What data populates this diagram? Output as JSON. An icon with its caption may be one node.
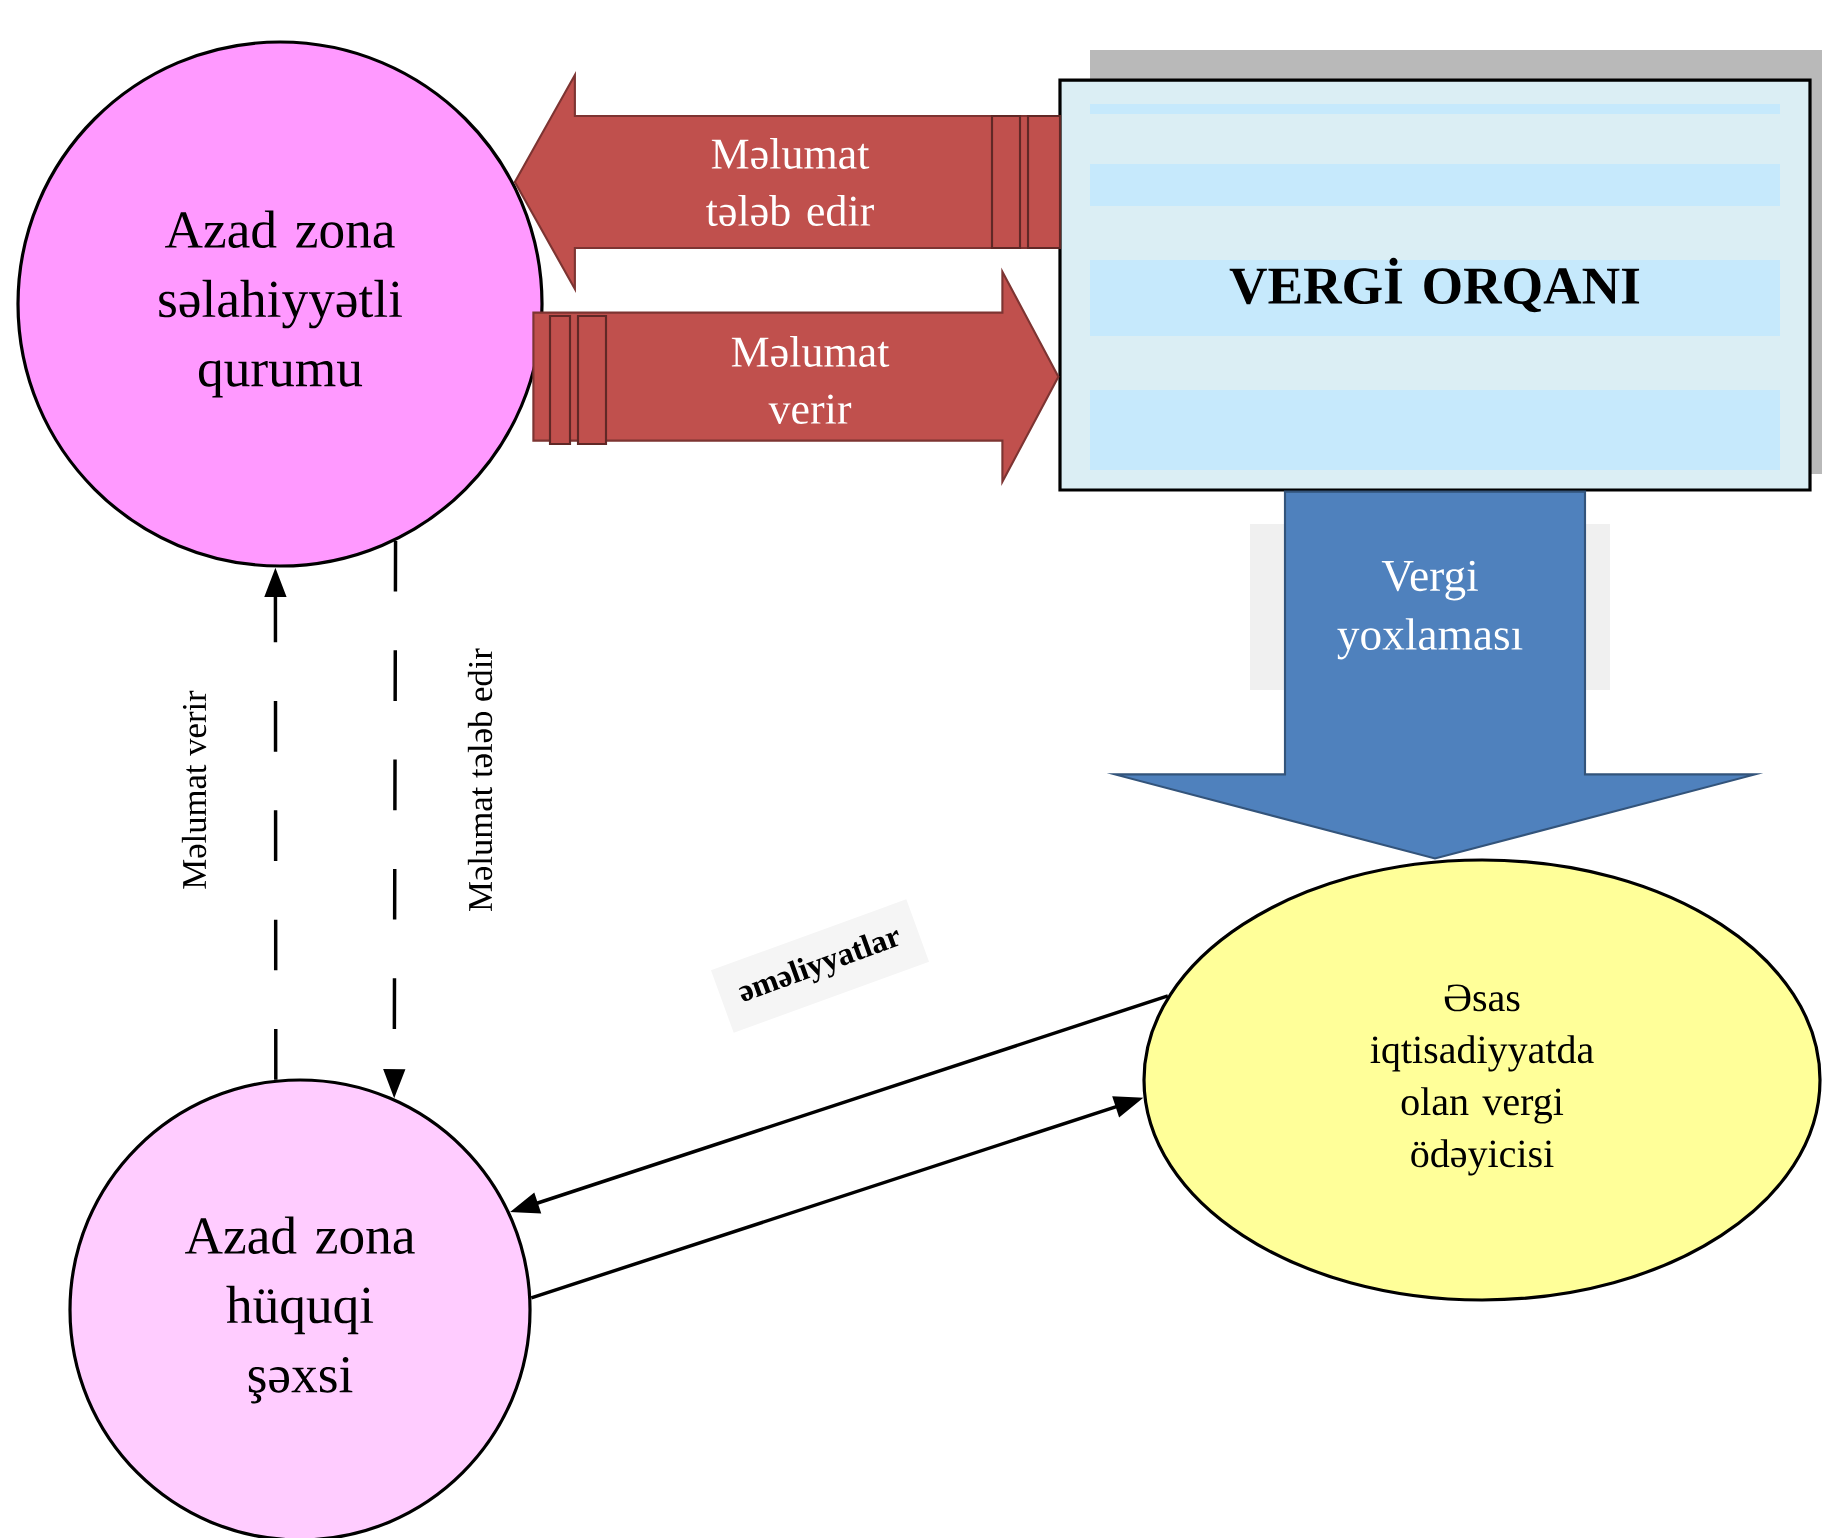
{
  "diagram": {
    "nodes": [
      {
        "text": [
          "Azad zona səlahiyyətli qurumu"
        ]
      },
      {
        "text": [
          "VERGİ ORQANI"
        ]
      },
      {
        "text": [
          "Əsas iqtisadiyyatda olan vergi ödəyicisi"
        ]
      },
      {
        "text": [
          "Azad zona hüquqi şəxsi"
        ]
      }
    ],
    "edges": [
      {
        "from": 1,
        "to": 0,
        "arrow": "to",
        "label": "Məlumat tələb edir",
        "style": "thick",
        "color": "#c0504d"
      },
      {
        "from": 0,
        "to": 1,
        "arrow": "to",
        "label": "Məlumat verir",
        "style": "thick",
        "color": "#c0504d"
      },
      {
        "from": 1,
        "to": 2,
        "arrow": "to",
        "label": "Vergi yoxlaması",
        "style": "thick",
        "color": "#4f81bd"
      },
      {
        "from": 3,
        "to": 0,
        "arrow": "to",
        "label": "Məlumat verir",
        "style": "dashed"
      },
      {
        "from": 0,
        "to": 3,
        "arrow": "to",
        "label": "Məlumat tələb edir",
        "style": "dashed"
      },
      {
        "from": 2,
        "to": 3,
        "arrow": "to",
        "label": "əməliyyatlar"
      },
      {
        "from": 3,
        "to": 2,
        "arrow": "to"
      }
    ]
  }
}
